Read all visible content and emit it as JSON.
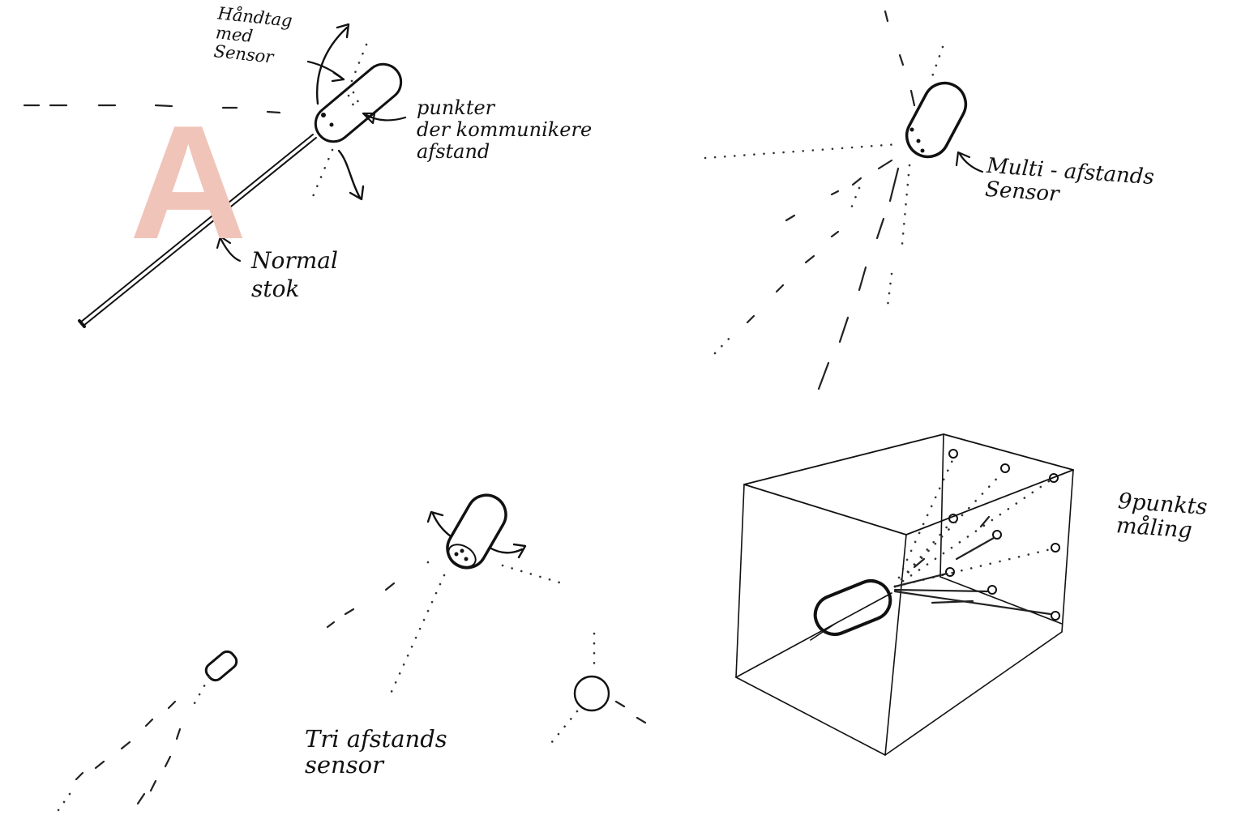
{
  "badge": {
    "letter": "A",
    "color": "#f0c4b8"
  },
  "ink_color": "#111111",
  "labels": {
    "handle_sensor": "Håndtag\nmed\nSensor",
    "points": "punkter\nder kommunikere\nafstand",
    "normal_cane": "Normal\nstok",
    "multi_sensor": "Multi - afstands\nSensor",
    "tri_sensor": "Tri afstands\nsensor",
    "nine_point": "9punkts\nmåling"
  }
}
